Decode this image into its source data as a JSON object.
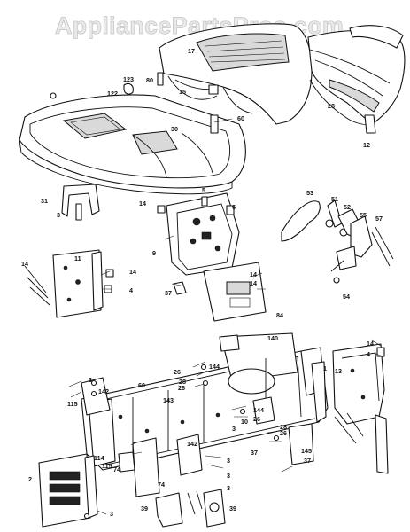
{
  "watermark": "AppliancePartsPros.com",
  "labels": [
    {
      "id": "17",
      "text": "17"
    },
    {
      "id": "80",
      "text": "80"
    },
    {
      "id": "123",
      "text": "123"
    },
    {
      "id": "122",
      "text": "122"
    },
    {
      "id": "15",
      "text": "15"
    },
    {
      "id": "30",
      "text": "30"
    },
    {
      "id": "60a",
      "text": "60"
    },
    {
      "id": "28",
      "text": "28"
    },
    {
      "id": "12",
      "text": "12"
    },
    {
      "id": "31",
      "text": "31"
    },
    {
      "id": "3a",
      "text": "3"
    },
    {
      "id": "5",
      "text": "5"
    },
    {
      "id": "6",
      "text": "6"
    },
    {
      "id": "14a",
      "text": "14"
    },
    {
      "id": "9",
      "text": "9"
    },
    {
      "id": "53",
      "text": "53"
    },
    {
      "id": "51",
      "text": "51"
    },
    {
      "id": "52",
      "text": "52"
    },
    {
      "id": "55",
      "text": "55"
    },
    {
      "id": "57",
      "text": "57"
    },
    {
      "id": "14b",
      "text": "14"
    },
    {
      "id": "11",
      "text": "11"
    },
    {
      "id": "14c",
      "text": "14"
    },
    {
      "id": "4a",
      "text": "4"
    },
    {
      "id": "14d",
      "text": "14"
    },
    {
      "id": "37a",
      "text": "37"
    },
    {
      "id": "14e",
      "text": "14"
    },
    {
      "id": "84",
      "text": "84"
    },
    {
      "id": "54",
      "text": "54"
    },
    {
      "id": "140",
      "text": "140"
    },
    {
      "id": "1",
      "text": "1"
    },
    {
      "id": "14f",
      "text": "14"
    },
    {
      "id": "4b",
      "text": "4"
    },
    {
      "id": "13",
      "text": "13"
    },
    {
      "id": "26a",
      "text": "26"
    },
    {
      "id": "144a",
      "text": "144"
    },
    {
      "id": "28a",
      "text": "28"
    },
    {
      "id": "26b",
      "text": "26"
    },
    {
      "id": "3b",
      "text": "3"
    },
    {
      "id": "60b",
      "text": "60"
    },
    {
      "id": "142a",
      "text": "142"
    },
    {
      "id": "143",
      "text": "143"
    },
    {
      "id": "115a",
      "text": "115"
    },
    {
      "id": "144b",
      "text": "144"
    },
    {
      "id": "26c",
      "text": "26"
    },
    {
      "id": "10",
      "text": "10"
    },
    {
      "id": "3c",
      "text": "3"
    },
    {
      "id": "28b",
      "text": "28"
    },
    {
      "id": "26d",
      "text": "26"
    },
    {
      "id": "142b",
      "text": "142"
    },
    {
      "id": "114",
      "text": "114"
    },
    {
      "id": "115b",
      "text": "115"
    },
    {
      "id": "74a",
      "text": "74"
    },
    {
      "id": "3d",
      "text": "3"
    },
    {
      "id": "37b",
      "text": "37"
    },
    {
      "id": "145",
      "text": "145"
    },
    {
      "id": "37c",
      "text": "37"
    },
    {
      "id": "3e",
      "text": "3"
    },
    {
      "id": "2",
      "text": "2"
    },
    {
      "id": "74b",
      "text": "74"
    },
    {
      "id": "3f",
      "text": "3"
    },
    {
      "id": "3g",
      "text": "3"
    },
    {
      "id": "39a",
      "text": "39"
    },
    {
      "id": "39b",
      "text": "39"
    }
  ]
}
